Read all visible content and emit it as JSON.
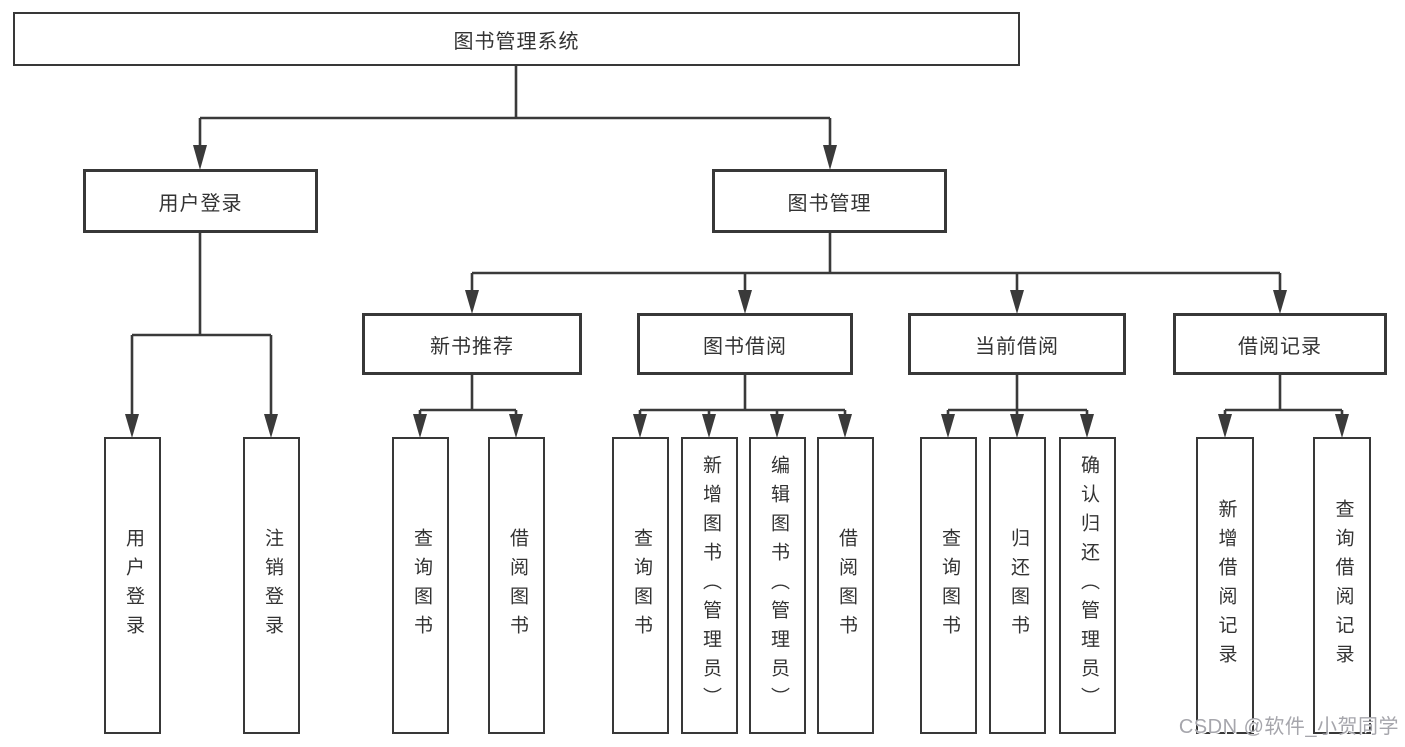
{
  "diagram_type": "hierarchy-tree",
  "colors": {
    "line": "#3a3a3a",
    "box_border": "#383838",
    "text": "#333333",
    "watermark": "#a6a6ac",
    "background": "#ffffff"
  },
  "tree": {
    "label": "图书管理系统",
    "children": [
      {
        "label": "用户登录",
        "children": [
          {
            "label": "用户登录"
          },
          {
            "label": "注销登录"
          }
        ]
      },
      {
        "label": "图书管理",
        "children": [
          {
            "label": "新书推荐",
            "children": [
              {
                "label": "查询图书"
              },
              {
                "label": "借阅图书"
              }
            ]
          },
          {
            "label": "图书借阅",
            "children": [
              {
                "label": "查询图书"
              },
              {
                "label": "新增图书（管理员）"
              },
              {
                "label": "编辑图书（管理员）"
              },
              {
                "label": "借阅图书"
              }
            ]
          },
          {
            "label": "当前借阅",
            "children": [
              {
                "label": "查询图书"
              },
              {
                "label": "归还图书"
              },
              {
                "label": "确认归还（管理员）"
              }
            ]
          },
          {
            "label": "借阅记录",
            "children": [
              {
                "label": "新增借阅记录"
              },
              {
                "label": "查询借阅记录"
              }
            ]
          }
        ]
      }
    ]
  },
  "watermark": {
    "text": "CSDN @软件_小贺同学"
  }
}
